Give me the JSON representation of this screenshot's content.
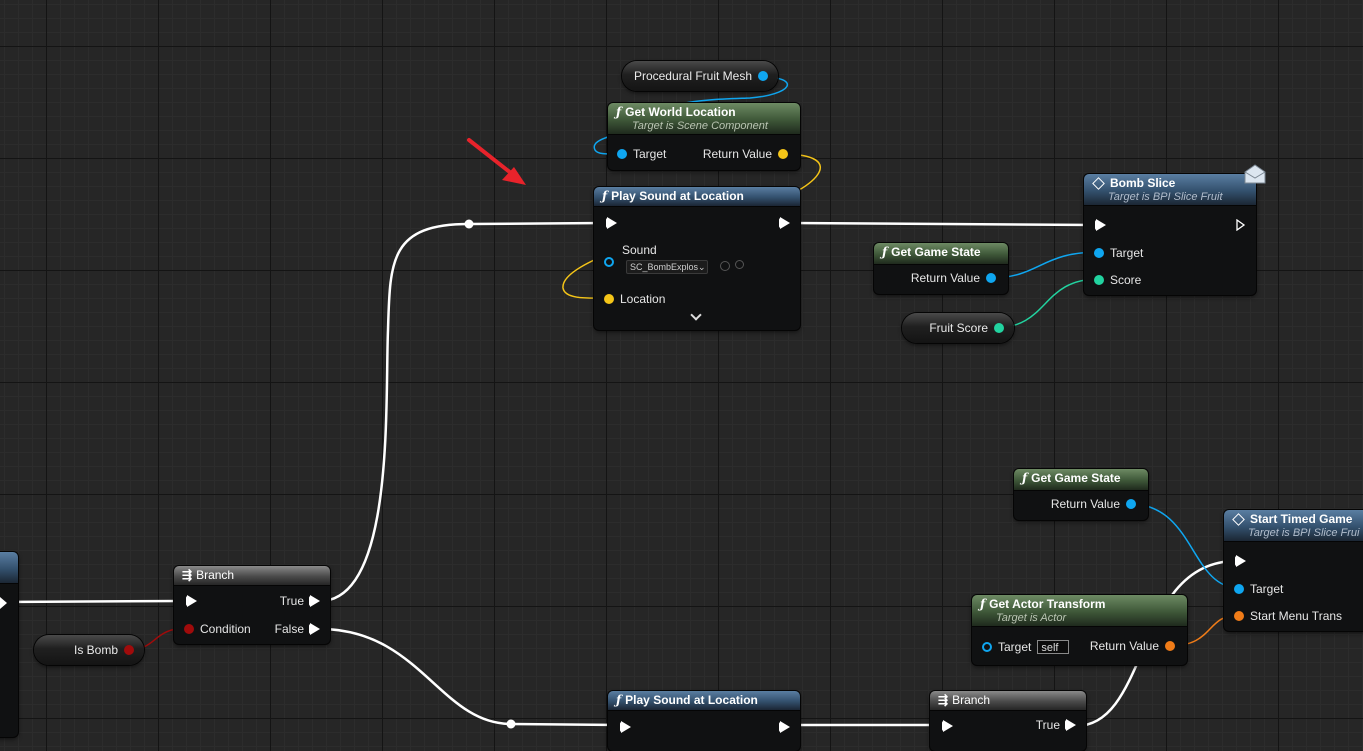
{
  "nodes": {
    "procedural_fruit_mesh": {
      "label": "Procedural Fruit Mesh"
    },
    "get_world_location": {
      "title": "Get World Location",
      "subtitle": "Target is Scene Component",
      "pin_target": "Target",
      "pin_return": "Return Value"
    },
    "play_sound_1": {
      "title": "Play Sound at Location",
      "pin_sound": "Sound",
      "sound_value": "SC_BombExplos",
      "pin_location": "Location"
    },
    "bomb_slice": {
      "title": "Bomb Slice",
      "subtitle": "Target is BPI Slice Fruit",
      "pin_target": "Target",
      "pin_score": "Score"
    },
    "get_game_state_1": {
      "title": "Get Game State",
      "pin_return": "Return Value"
    },
    "fruit_score": {
      "label": "Fruit Score"
    },
    "get_game_state_2": {
      "title": "Get Game State",
      "pin_return": "Return Value"
    },
    "start_timed_game": {
      "title": "Start Timed Game",
      "subtitle": "Target is BPI Slice Frui",
      "pin_target": "Target",
      "pin_menu": "Start Menu Trans"
    },
    "get_actor_transform": {
      "title": "Get Actor Transform",
      "subtitle": "Target is Actor",
      "pin_target": "Target",
      "self_value": "self",
      "pin_return": "Return Value"
    },
    "branch_1": {
      "title": "Branch",
      "pin_condition": "Condition",
      "pin_true": "True",
      "pin_false": "False"
    },
    "is_bomb": {
      "label": "Is Bomb"
    },
    "play_sound_2": {
      "title": "Play Sound at Location"
    },
    "branch_2": {
      "title": "Branch",
      "pin_true": "True"
    }
  },
  "colors": {
    "exec": "#ffffff",
    "object": "#0fa6f0",
    "vector": "#f5c518",
    "float": "#22d3a0",
    "bool": "#a00b0b",
    "transform": "#f07c18",
    "arrow": "#e8232b"
  }
}
